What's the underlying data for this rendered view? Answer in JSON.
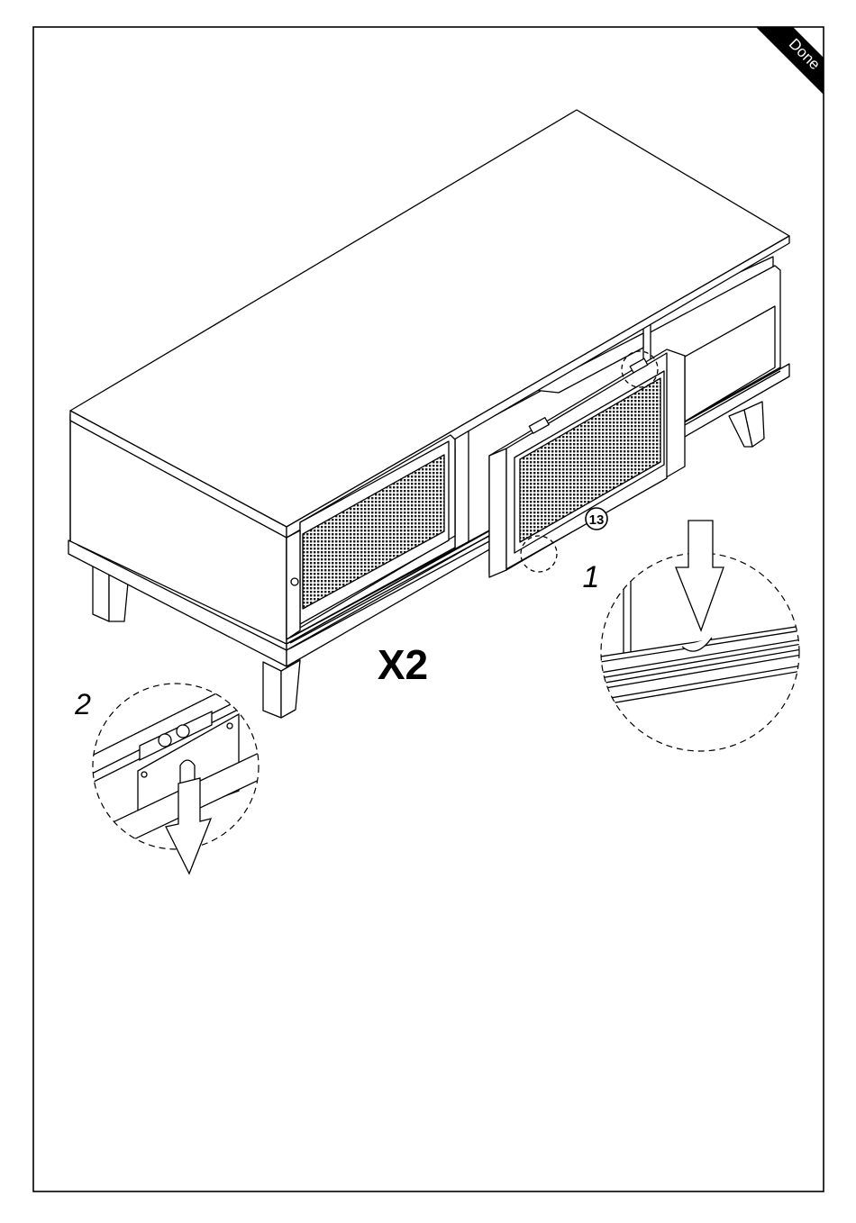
{
  "status_badge": {
    "label": "Done"
  },
  "quantity": {
    "label": "X2"
  },
  "part_callout": {
    "number": "13"
  },
  "step_labels": [
    "1",
    "2"
  ],
  "icons": {
    "press_arrow": "arrow-down-icon",
    "corner_badge": "done-badge"
  }
}
